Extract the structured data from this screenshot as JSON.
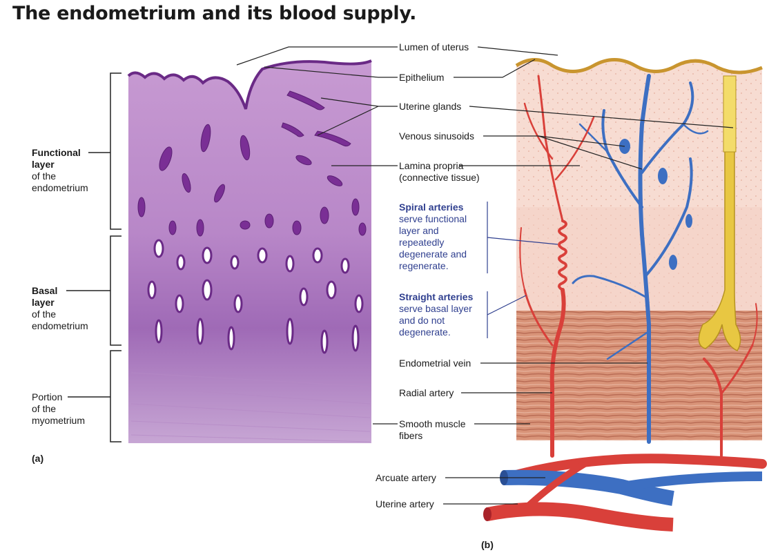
{
  "title": "The endometrium and its blood supply.",
  "panels": {
    "a": "(a)",
    "b": "(b)"
  },
  "left_labels": {
    "functional": {
      "bold": "Functional",
      "line2": "layer",
      "line3": "of the",
      "line4": "endometrium"
    },
    "basal": {
      "bold": "Basal",
      "line2": "layer",
      "line3": "of the",
      "line4": "endometrium"
    },
    "myometrium": {
      "line1": "Portion",
      "line2": "of the",
      "line3": "myometrium"
    }
  },
  "center_labels": {
    "lumen": "Lumen of uterus",
    "epithelium": "Epithelium",
    "uterine_glands": "Uterine glands",
    "venous_sinusoids": "Venous sinusoids",
    "lamina_propria_1": "Lamina propria",
    "lamina_propria_2": "(connective tissue)",
    "endometrial_vein": "Endometrial vein",
    "radial_artery": "Radial artery",
    "smooth_muscle_1": "Smooth muscle",
    "smooth_muscle_2": "fibers",
    "arcuate_artery": "Arcuate artery",
    "uterine_artery": "Uterine artery"
  },
  "spiral": {
    "bold": "Spiral arteries",
    "l2": "serve functional",
    "l3": "layer and",
    "l4": "repeatedly",
    "l5": "degenerate and",
    "l6": "regenerate."
  },
  "straight": {
    "bold": "Straight arteries",
    "l2": "serve basal layer",
    "l3": "and do not",
    "l4": "degenerate."
  },
  "colors": {
    "artery": "#d9403a",
    "vein": "#3d6fc2",
    "gland": "#e8c742",
    "histology": "#a45ab8",
    "callout_text": "#2f3f8f"
  }
}
